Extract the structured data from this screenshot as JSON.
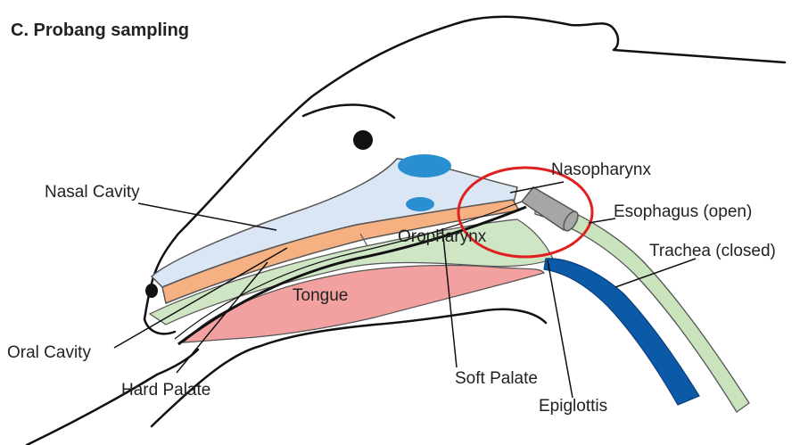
{
  "title": "C. Probang sampling",
  "labels": {
    "nasopharynx": "Nasopharynx",
    "nasal_cavity": "Nasal Cavity",
    "esophagus": "Esophagus (open)",
    "oropharynx": "Oropharynx",
    "trachea": "Trachea (closed)",
    "tongue": "Tongue",
    "oral_cavity": "Oral Cavity",
    "hard_palate": "Hard Palate",
    "soft_palate": "Soft Palate",
    "epiglottis": "Epiglottis"
  },
  "colors": {
    "nasal_cavity_fill": "#dbe6f5",
    "hard_palate_fill": "#f6b183",
    "oral_cavity_fill": "#cfe6c4",
    "tongue_fill": "#f2a0a0",
    "esophagus_fill": "#c9e4bd",
    "trachea_fill": "#0a5aa8",
    "ethmoid_spot_fill": "#2a8fd0",
    "probang_cup_fill": "#a6a6a6",
    "highlight_ellipse": "#e02020",
    "outline": "#111111"
  }
}
